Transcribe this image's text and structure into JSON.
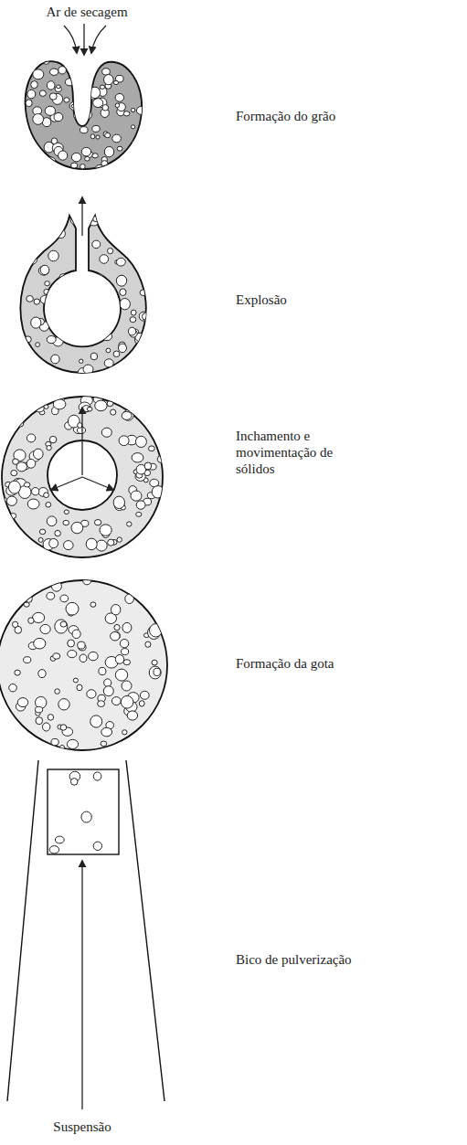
{
  "diagram": {
    "labels": [
      "Ar de secagem",
      "Formação do grão",
      "Explosão",
      "Inchamento e movimentação de sólidos",
      "Formação da gota",
      "Bico de pulverização",
      "Suspensão"
    ]
  }
}
